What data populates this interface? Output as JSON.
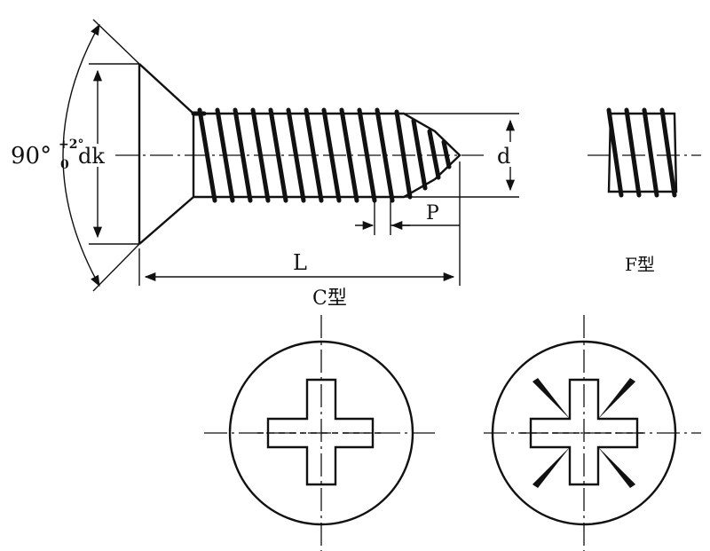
{
  "labels": {
    "angle_base": "90°",
    "angle_tol_upper": "+2°",
    "angle_tol_lower": "0",
    "head_dia": "dk",
    "length": "L",
    "pitch": "P",
    "diameter": "d",
    "type_c": "C型",
    "type_f": "F型"
  }
}
